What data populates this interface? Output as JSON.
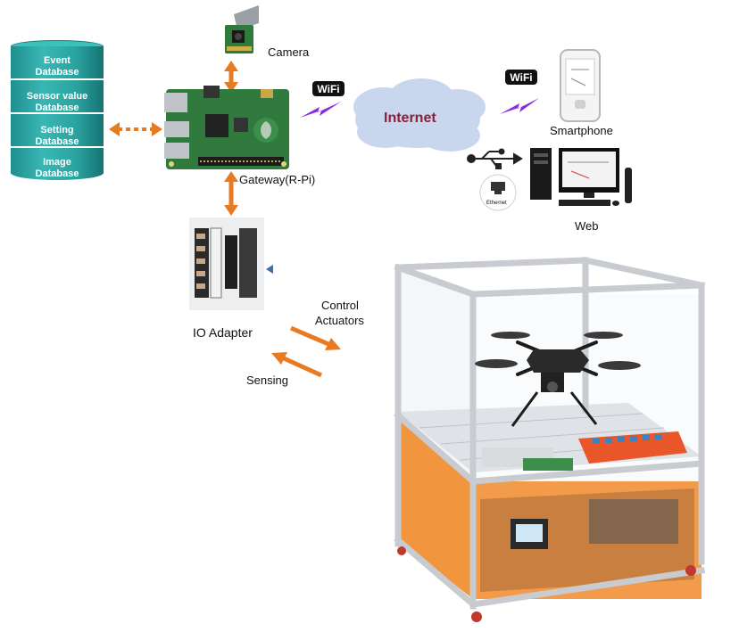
{
  "database": {
    "segments": [
      "Event\nDatabase",
      "Sensor value\nDatabase",
      "Setting\nDatabase",
      "Image\nDatabase"
    ]
  },
  "labels": {
    "camera": "Camera",
    "gateway": "Gateway(R-Pi)",
    "io_adapter": "IO Adapter",
    "control": "Control",
    "actuators": "Actuators",
    "sensing": "Sensing",
    "internet": "Internet",
    "smartphone": "Smartphone",
    "web": "Web",
    "ethernet": "Ethernet",
    "wifi_left": "WiFi",
    "wifi_right": "WiFi"
  },
  "colors": {
    "arrow": "#e87a22",
    "db": "#2aa3a0",
    "cloud": "#c9d7ee",
    "internet_text": "#8a1f3c",
    "pcb": "#2f7a3c",
    "frame": "#c8cbcf",
    "panel": "#f08a2a",
    "bolt": "#8a2be2"
  }
}
